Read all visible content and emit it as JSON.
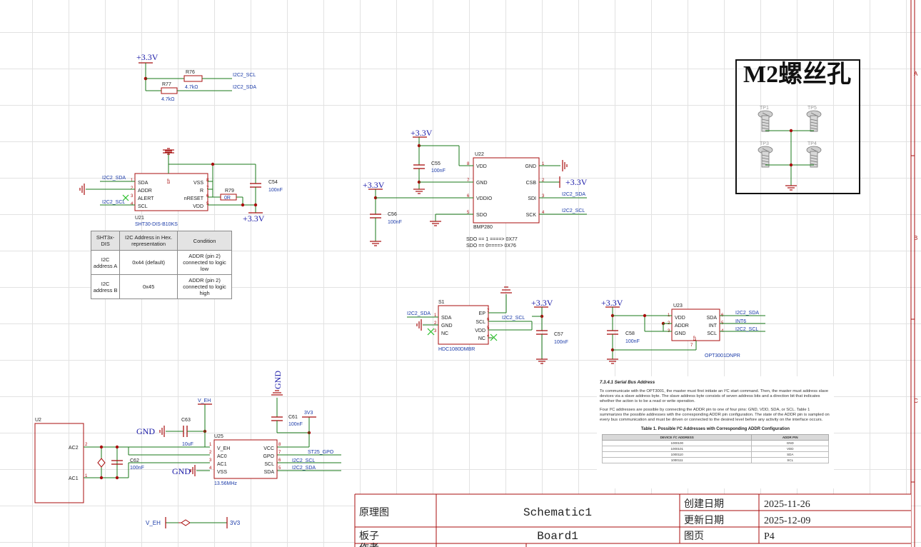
{
  "colors": {
    "wire": "#1a7a1a",
    "component": "#a80d0d",
    "net_label": "#1a3aa8",
    "power": "#1a1aa8",
    "sheet_border": "#a80d0d"
  },
  "power": {
    "v33": "+3.3V",
    "gnd": "GND",
    "v_eh": "V_EH",
    "v3v3": "3V3"
  },
  "nets": {
    "i2c2_scl": "I2C2_SCL",
    "i2c2_sda": "I2C2_SDA",
    "int6": "INT6",
    "st25_gpo": "ST25_GPO"
  },
  "pullups": {
    "r76": {
      "ref": "R76",
      "value": "4.7kΩ"
    },
    "r77": {
      "ref": "R77",
      "value": "4.7kΩ"
    }
  },
  "u21": {
    "ref": "U21",
    "part": "SHT30-DIS-B10KS",
    "ep": "EP",
    "pins_left": [
      {
        "num": "1",
        "name": "SDA"
      },
      {
        "num": "2",
        "name": "ADDR"
      },
      {
        "num": "3",
        "name": "ALERT"
      },
      {
        "num": "4",
        "name": "SCL"
      }
    ],
    "pins_right": [
      {
        "num": "8",
        "name": "VSS"
      },
      {
        "num": "7",
        "name": "R"
      },
      {
        "num": "6",
        "name": "nRESET"
      },
      {
        "num": "5",
        "name": "VDD"
      }
    ],
    "r79": {
      "ref": "R79",
      "value": "0R"
    },
    "c54": {
      "ref": "C54",
      "value": "100nF"
    }
  },
  "addr_table": {
    "headers": [
      "SHT3x-DIS",
      "I2C Address in Hex. representation",
      "Condition"
    ],
    "rows": [
      [
        "I2C address A",
        "0x44 (default)",
        "ADDR (pin 2) connected to logic low"
      ],
      [
        "I2C address B",
        "0x45",
        "ADDR (pin 2) connected to logic high"
      ]
    ]
  },
  "u22": {
    "ref": "U22",
    "part": "BMP280",
    "pins_left": [
      {
        "num": "8",
        "name": "VDD"
      },
      {
        "num": "7",
        "name": "GND"
      },
      {
        "num": "6",
        "name": "VDDIO"
      },
      {
        "num": "5",
        "name": "SDO"
      }
    ],
    "pins_right": [
      {
        "num": "1",
        "name": "GND"
      },
      {
        "num": "2",
        "name": "CSB"
      },
      {
        "num": "3",
        "name": "SDI"
      },
      {
        "num": "4",
        "name": "SCK"
      }
    ],
    "c55": {
      "ref": "C55",
      "value": "100nF"
    },
    "c56": {
      "ref": "C56",
      "value": "100nF"
    },
    "note1": "SDO == 1 ====> 0X77",
    "note2": "SDO == 0====> 0X76"
  },
  "s1": {
    "ref": "S1",
    "part": "HDC1080DMBR",
    "pins_left": [
      {
        "num": "1",
        "name": "SDA"
      },
      {
        "num": "2",
        "name": "GND"
      },
      {
        "num": "3",
        "name": "NC"
      }
    ],
    "pins_right": [
      {
        "num": "7",
        "name": "EP"
      },
      {
        "num": "6",
        "name": "SCL"
      },
      {
        "num": "5",
        "name": "VDD"
      },
      {
        "num": "4",
        "name": "NC"
      }
    ],
    "c57": {
      "ref": "C57",
      "value": "100nF"
    }
  },
  "u23": {
    "ref": "U23",
    "part": "OPT3001DNPR",
    "ep": "EP",
    "pins_left": [
      {
        "num": "1",
        "name": "VDD"
      },
      {
        "num": "2",
        "name": "ADDR"
      },
      {
        "num": "3",
        "name": "GND"
      }
    ],
    "pins_right": [
      {
        "num": "6",
        "name": "SDA"
      },
      {
        "num": "5",
        "name": "INT"
      },
      {
        "num": "4",
        "name": "SCL"
      }
    ],
    "pin7": "7",
    "c58": {
      "ref": "C58",
      "value": "100nF"
    }
  },
  "mounting": {
    "title": "M2螺丝孔",
    "tps": [
      "TP1",
      "TP5",
      "TP3",
      "TP4"
    ]
  },
  "datasheet": {
    "section": "7.3.4.1    Serial Bus Address",
    "p1": "To communicate with the OPT3001, the master must first initiate an I²C start command. Then, the master must address slave devices via a slave address byte. The slave address byte consists of seven address bits and a direction bit that indicates whether the action is to be a read or write operation.",
    "p2": "Four I²C addresses are possible by connecting the ADDR pin to one of four pins: GND, VDD, SDA, or SCL. Table 1 summarizes the possible addresses with the corresponding ADDR pin configuration. The state of the ADDR pin is sampled on every bus communication and must be driven or connected to the desired level before any activity on the interface occurs.",
    "caption": "Table 1. Possible I²C Addresses with Corresponding ADDR Configuration",
    "headers": [
      "DEVICE I²C ADDRESS",
      "ADDR PIN"
    ],
    "rows": [
      [
        "1000100",
        "GND"
      ],
      [
        "1000101",
        "VDD"
      ],
      [
        "1000110",
        "SDA"
      ],
      [
        "1000111",
        "SCL"
      ]
    ]
  },
  "u2": {
    "ref": "U2",
    "pin_ac2": "AC2",
    "pin_ac1": "AC1",
    "num2": "2",
    "num1": "1"
  },
  "u25": {
    "ref": "U25",
    "crystal": "13.56MHz",
    "pins_left": [
      {
        "num": "1",
        "name": "V_EH"
      },
      {
        "num": "2",
        "name": "AC0"
      },
      {
        "num": "3",
        "name": "AC1"
      },
      {
        "num": "4",
        "name": "VSS"
      }
    ],
    "pins_right": [
      {
        "num": "8",
        "name": "VCC"
      },
      {
        "num": "7",
        "name": "GPO"
      },
      {
        "num": "6",
        "name": "SCL"
      },
      {
        "num": "5",
        "name": "SDA"
      }
    ],
    "c61": {
      "ref": "C61",
      "value": "100nF"
    },
    "c62": {
      "ref": "C62",
      "value": "100nF"
    },
    "c63": {
      "ref": "C63",
      "value": "10uF"
    }
  },
  "sheet_markers": {
    "a": "A",
    "b": "B",
    "c": "C"
  },
  "title_block": {
    "type_label": "原理图",
    "doc_name": "Schematic1",
    "created_label": "创建日期",
    "created": "2025-11-26",
    "updated_label": "更新日期",
    "updated": "2025-12-09",
    "board_label": "板子",
    "board": "Board1",
    "page_label": "图页",
    "page": "P4",
    "partial": "作者"
  }
}
